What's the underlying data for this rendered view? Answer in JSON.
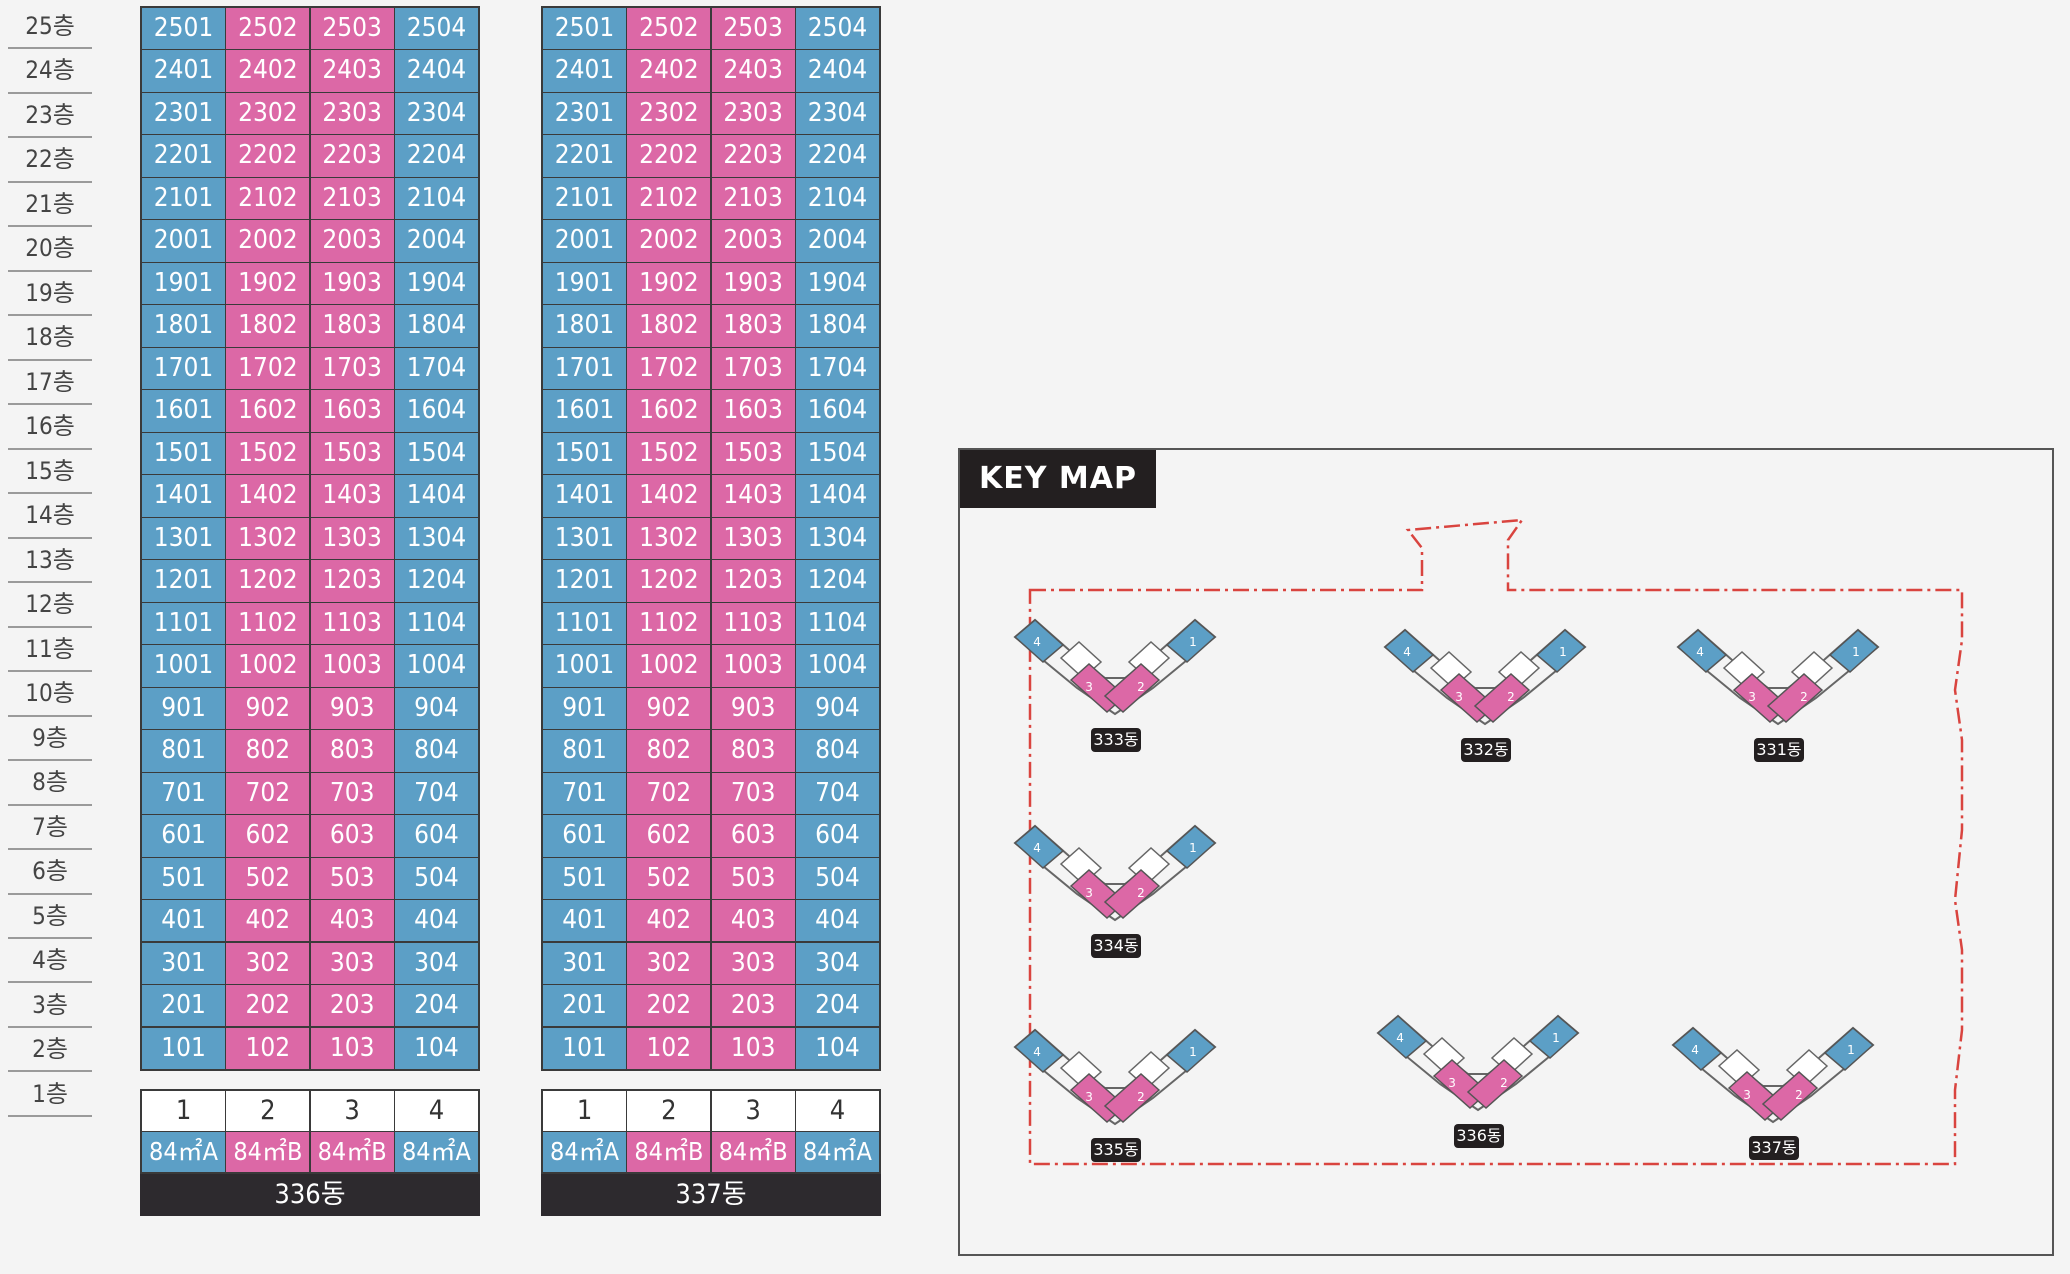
{
  "floors": [
    "25층",
    "24층",
    "23층",
    "22층",
    "21층",
    "20층",
    "19층",
    "18층",
    "17층",
    "16층",
    "15층",
    "14층",
    "13층",
    "12층",
    "11층",
    "10층",
    "9층",
    "8층",
    "7층",
    "6층",
    "5층",
    "4층",
    "3층",
    "2층",
    "1층"
  ],
  "units": {
    "25": [
      "2501",
      "2502",
      "2503",
      "2504"
    ],
    "24": [
      "2401",
      "2402",
      "2403",
      "2404"
    ],
    "23": [
      "2301",
      "2302",
      "2303",
      "2304"
    ],
    "22": [
      "2201",
      "2202",
      "2203",
      "2204"
    ],
    "21": [
      "2101",
      "2102",
      "2103",
      "2104"
    ],
    "20": [
      "2001",
      "2002",
      "2003",
      "2004"
    ],
    "19": [
      "1901",
      "1902",
      "1903",
      "1904"
    ],
    "18": [
      "1801",
      "1802",
      "1803",
      "1804"
    ],
    "17": [
      "1701",
      "1702",
      "1703",
      "1704"
    ],
    "16": [
      "1601",
      "1602",
      "1603",
      "1604"
    ],
    "15": [
      "1501",
      "1502",
      "1503",
      "1504"
    ],
    "14": [
      "1401",
      "1402",
      "1403",
      "1404"
    ],
    "13": [
      "1301",
      "1302",
      "1303",
      "1304"
    ],
    "12": [
      "1201",
      "1202",
      "1203",
      "1204"
    ],
    "11": [
      "1101",
      "1102",
      "1103",
      "1104"
    ],
    "10": [
      "1001",
      "1002",
      "1003",
      "1004"
    ],
    "9": [
      "901",
      "902",
      "903",
      "904"
    ],
    "8": [
      "801",
      "802",
      "803",
      "804"
    ],
    "7": [
      "701",
      "702",
      "703",
      "704"
    ],
    "6": [
      "601",
      "602",
      "603",
      "604"
    ],
    "5": [
      "501",
      "502",
      "503",
      "504"
    ],
    "4": [
      "401",
      "402",
      "403",
      "404"
    ],
    "3": [
      "301",
      "302",
      "303",
      "304"
    ],
    "2": [
      "201",
      "202",
      "203",
      "204"
    ],
    "1": [
      "101",
      "102",
      "103",
      "104"
    ]
  },
  "line_numbers": [
    "1",
    "2",
    "3",
    "4"
  ],
  "unit_types": [
    "84㎡A",
    "84㎡B",
    "84㎡B",
    "84㎡A"
  ],
  "buildings": [
    {
      "name": "336동"
    },
    {
      "name": "337동"
    }
  ],
  "colors": {
    "type_a": "#5c9fc6",
    "type_b": "#dc68a6",
    "dark": "#2d2a2e",
    "boundary": "#d9443f"
  },
  "keymap": {
    "title": "KEY MAP",
    "buildings": [
      "333동",
      "332동",
      "331동",
      "334동",
      "335동",
      "336동",
      "337동"
    ],
    "line_marks": [
      "4",
      "3",
      "2",
      "1"
    ]
  }
}
